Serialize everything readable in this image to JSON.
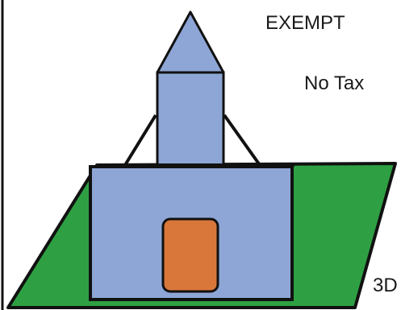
{
  "labels": {
    "exempt": "EXEMPT",
    "no_tax": "No Tax",
    "corner": "3D"
  },
  "colors": {
    "ground": "#2ea043",
    "building": "#8ea6d6",
    "roof": "#8ea6d6",
    "door": "#d9773a",
    "outline": "#111111"
  },
  "icons": {
    "building": "church-building-icon",
    "ground": "ground-plane-icon"
  }
}
